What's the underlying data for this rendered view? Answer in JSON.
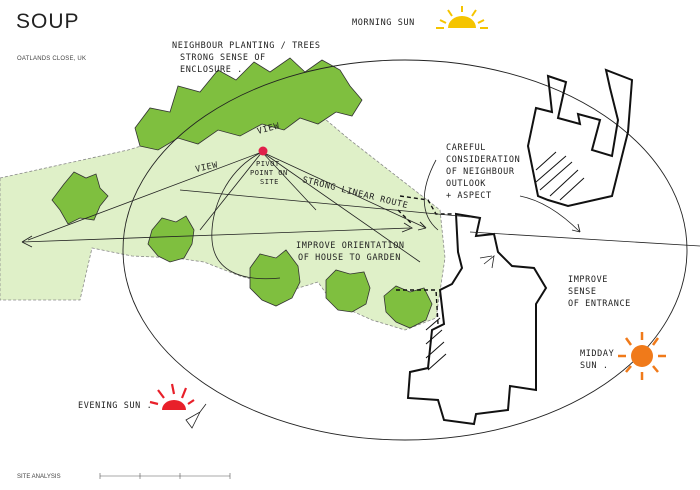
{
  "brand": "SOUP",
  "location": "OATLANDS CLOSE, UK",
  "footer": "SITE ANALYSIS",
  "annotations": {
    "neighbour_planting": [
      "NEIGHBOUR PLANTING / TREES",
      "STRONG SENSE OF",
      "ENCLOSURE ."
    ],
    "morning_sun": "MORNING SUN",
    "view_1": "VIEW",
    "view_2": "VIEW",
    "pivot_point": [
      "PIVOT",
      "POINT ON",
      "SITE"
    ],
    "strong_linear_route": "STRONG LINEAR ROUTE",
    "careful_consideration": [
      "CAREFUL",
      "CONSIDERATION",
      "OF NEIGHBOUR",
      "OUTLOOK",
      "+ ASPECT"
    ],
    "improve_orientation": [
      "IMPROVE ORIENTATION",
      "OF HOUSE TO GARDEN"
    ],
    "improve_entrance": [
      "IMPROVE",
      "SENSE",
      "OF ENTRANCE"
    ],
    "midday_sun": [
      "MIDDAY",
      "SUN ."
    ],
    "evening_sun": "EVENING SUN ."
  },
  "colors": {
    "site_green": "#dff0c8",
    "tree_green": "#7fbf3f",
    "sun_yellow": "#f5c400",
    "sun_orange": "#f07a1a",
    "sun_red": "#e8202a",
    "pivot_pink": "#e0204a",
    "ink": "#1a1a1a"
  }
}
